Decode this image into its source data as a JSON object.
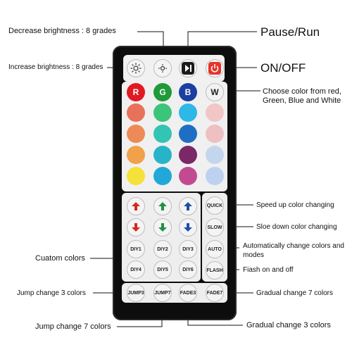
{
  "labels": {
    "decrease_brightness": "Decrease brightness : 8 grades",
    "increase_brightness": "Increase brightness : 8 grades",
    "pause_run": "Pause/Run",
    "on_off": "ON/OFF",
    "choose_color": "Choose color from red, Green, Blue and White",
    "speed_up": "Speed up color changing",
    "slow_down": "Sloe down color changing",
    "auto_change": "Automatically change colors and modes",
    "flash": "Fiash on and off",
    "custom_colors": "Cuatom colors",
    "jump3": "Jump change 3 colors",
    "jump7": "Jump change 7 colors",
    "gradual7": "Gradual change 7 colors",
    "gradual3": "Gradual change 3 colors"
  },
  "remote": {
    "rgbw": [
      {
        "text": "R",
        "color": "#e01a22"
      },
      {
        "text": "G",
        "color": "#1f9a3a"
      },
      {
        "text": "B",
        "color": "#1b3fa0"
      },
      {
        "text": "W",
        "color": "#f2f2f2"
      }
    ],
    "color_grid": [
      [
        "#e8715a",
        "#3bc47a",
        "#2db8e8",
        "#f2c6c6"
      ],
      [
        "#ee8a55",
        "#33c4b4",
        "#1e6fc4",
        "#eec0c2"
      ],
      [
        "#f0a14a",
        "#28b4c8",
        "#7a2868",
        "#c4d6ee"
      ],
      [
        "#f4e23a",
        "#22a8d8",
        "#c24a90",
        "#bcd2f0"
      ]
    ],
    "arrow_color": {
      "red": "#d42a1f",
      "green": "#1f8f4a",
      "blue": "#1e4fa8"
    },
    "right_panel": [
      "QUICK",
      "SLOW",
      "AUTO",
      "FLASH"
    ],
    "diy_buttons": [
      "DIY1",
      "DIY2",
      "DIY3",
      "DIY4",
      "DIY5",
      "DIY6"
    ],
    "bottom_row": [
      "JUMP3",
      "JUMP7",
      "FADE3",
      "FADE7"
    ],
    "power_color": "#e5342b"
  }
}
